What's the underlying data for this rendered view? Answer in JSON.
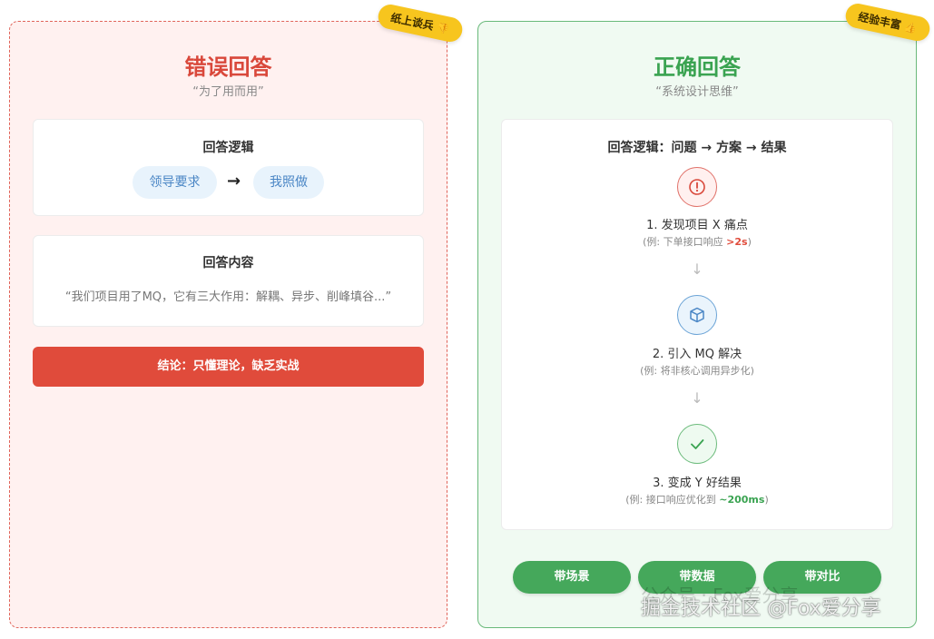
{
  "left": {
    "badge": "纸上谈兵",
    "badge_emoji": "👎",
    "title": "错误回答",
    "subtitle": "“为了用而用”",
    "logic_card": {
      "title": "回答逻辑",
      "from": "领导要求",
      "arrow": "→",
      "to": "我照做"
    },
    "content_card": {
      "title": "回答内容",
      "quote": "“我们项目用了MQ，它有三大作用：解耦、异步、削峰填谷...”"
    },
    "conclusion": "结论：只懂理论，缺乏实战"
  },
  "right": {
    "badge": "经验丰富",
    "badge_emoji": "👍",
    "title": "正确回答",
    "subtitle": "“系统设计思维”",
    "logic_title": "回答逻辑：问题 → 方案 → 结果",
    "steps": [
      {
        "title": "1. 发现项目 X 痛点",
        "note_prefix": "(例: 下单接口响应 ",
        "note_highlight": ">2s",
        "note_suffix": ")"
      },
      {
        "title": "2. 引入 MQ 解决",
        "note": "(例: 将非核心调用异步化)"
      },
      {
        "title": "3. 变成 Y 好结果",
        "note_prefix": "(例: 接口响应优化到 ",
        "note_highlight": "~200ms",
        "note_suffix": ")"
      }
    ],
    "buttons": [
      "带场景",
      "带数据",
      "带对比"
    ]
  },
  "watermark": {
    "back": "公众号 · Fox爱分享",
    "front": "掘金技术社区 @Fox爱分享"
  },
  "colors": {
    "wrong_accent": "#e04b3b",
    "right_accent": "#3aa351",
    "badge": "#f7c51e"
  }
}
